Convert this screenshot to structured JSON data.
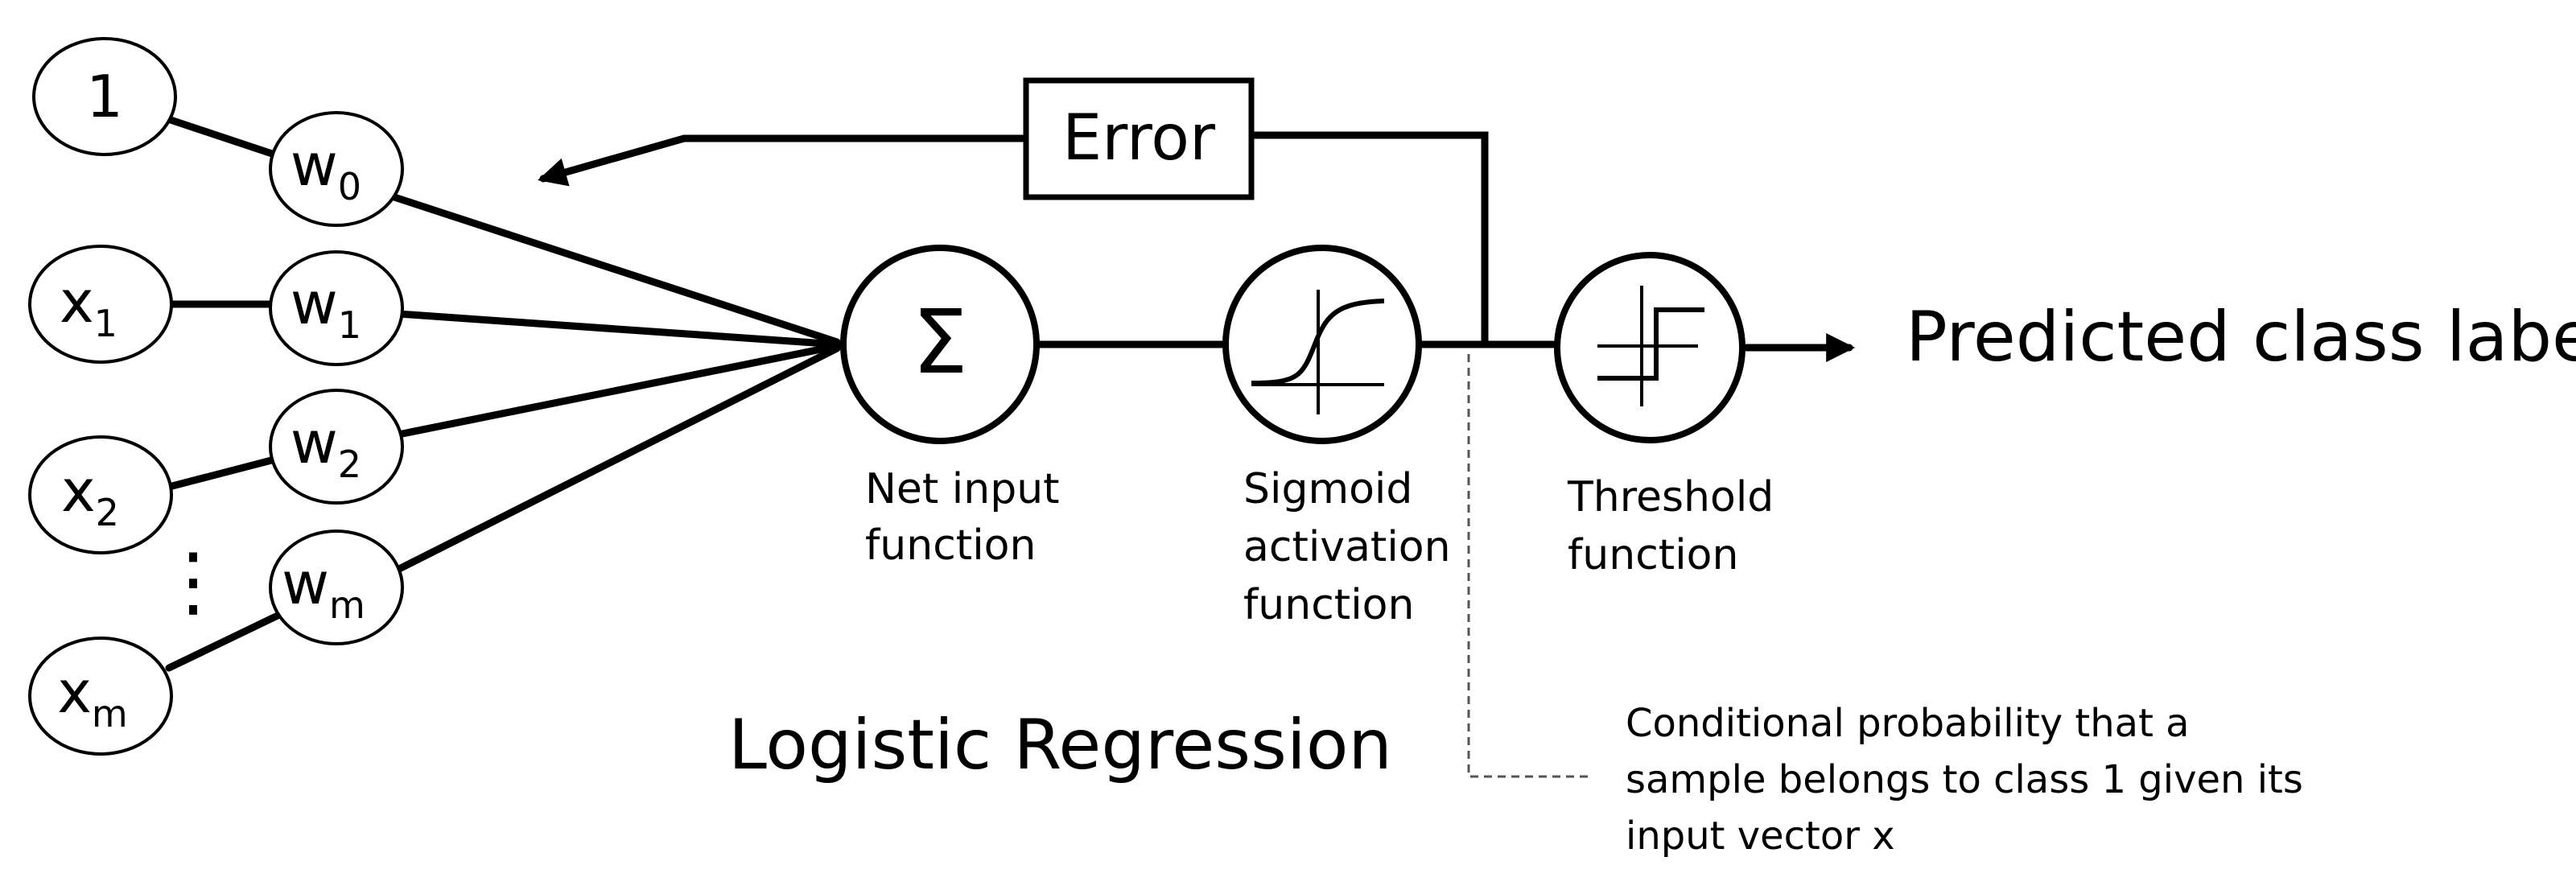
{
  "inputs": {
    "bias": "1",
    "x1": "x",
    "x1_sub": "1",
    "x2": "x",
    "x2_sub": "2",
    "xm": "x",
    "xm_sub": "m",
    "dots": "⋮"
  },
  "weights": {
    "w0": "w",
    "w0_sub": "0",
    "w1": "w",
    "w1_sub": "1",
    "w2": "w",
    "w2_sub": "2",
    "wm": "w",
    "wm_sub": "m"
  },
  "net_input": {
    "symbol": "Σ",
    "caption_line1": "Net input",
    "caption_line2": "function"
  },
  "sigmoid": {
    "caption_line1": "Sigmoid",
    "caption_line2": "activation",
    "caption_line3": "function",
    "ring_color": "#d93a2b"
  },
  "threshold": {
    "caption_line1": "Threshold",
    "caption_line2": "function"
  },
  "error_box": {
    "label": "Error"
  },
  "output": {
    "label": "Predicted class label"
  },
  "title": "Logistic Regression",
  "annotation": {
    "line1": "Conditional probability that a",
    "line2": "sample belongs to class 1 given its",
    "line3": "input vector x"
  }
}
